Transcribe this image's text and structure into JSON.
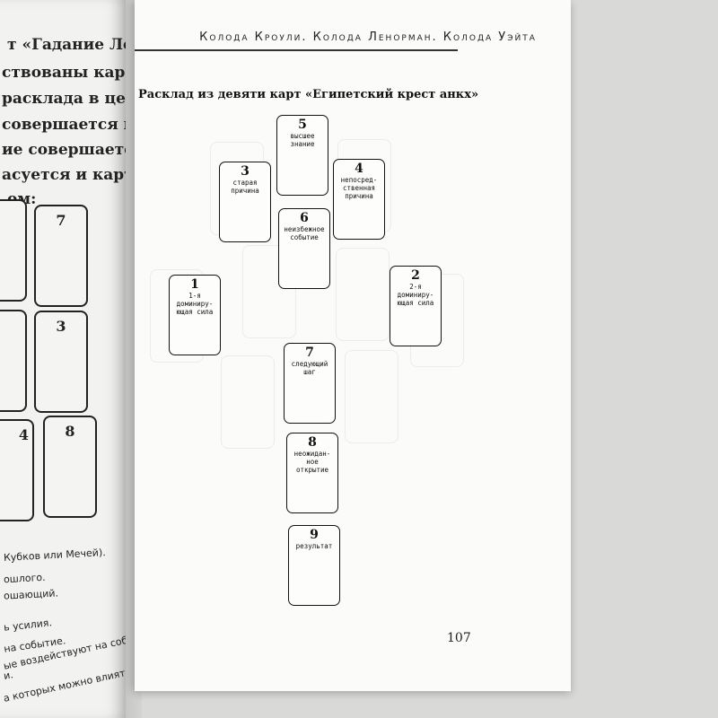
{
  "left_page": {
    "lines": [
      "т «Гадание Ленорм",
      "ствованы карты М",
      "расклада в центр к",
      "совершается на му",
      "ие совершается на",
      "асуется и карты вы",
      "ом:"
    ],
    "card_numbers": [
      "7",
      "3",
      "4",
      "8"
    ],
    "bottom_lines": [
      "Кубков или Мечей).",
      "ошлого.",
      "ошающий.",
      "ь усилия.",
      "на событие.",
      "ые воздействуют на событие помимо",
      "и.",
      "а которых можно влиять на событие."
    ]
  },
  "right_page": {
    "running_header": "Колода Кроули. Колода Ленорман. Колода Уэйта",
    "spread_title": "Расклад из девяти карт «Египетский крест анкх»",
    "cards": [
      {
        "number": "5",
        "label": "высшее знание"
      },
      {
        "number": "3",
        "label": "старая причина"
      },
      {
        "number": "4",
        "label": "непосред-ственная причина"
      },
      {
        "number": "6",
        "label": "неизбежное событие"
      },
      {
        "number": "1",
        "label": "1-я доминиру-ющая сила"
      },
      {
        "number": "2",
        "label": "2-я доминиру-ющая сила"
      },
      {
        "number": "7",
        "label": "следующий шаг"
      },
      {
        "number": "8",
        "label": "неожидан-ное открытие"
      },
      {
        "number": "9",
        "label": "результат"
      }
    ],
    "page_number": "107"
  }
}
